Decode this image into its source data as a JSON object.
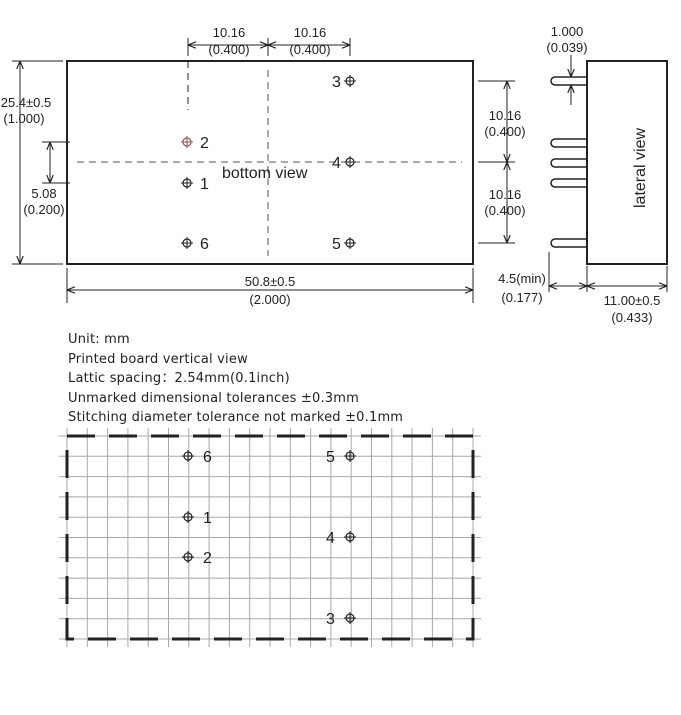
{
  "bottom_view": {
    "label": "bottom view",
    "dims": {
      "top_left": [
        "10.16",
        "(0.400)"
      ],
      "top_right": [
        "10.16",
        "(0.400)"
      ],
      "height": [
        "25.4±0.5",
        "(1.000)"
      ],
      "pin_gap": [
        "5.08",
        "(0.200)"
      ],
      "width": [
        "50.8±0.5",
        "(2.000)"
      ],
      "right_upper": [
        "10.16",
        "(0.400)"
      ],
      "right_lower": [
        "10.16",
        "(0.400)"
      ]
    },
    "pins": [
      "1",
      "2",
      "3",
      "4",
      "5",
      "6"
    ]
  },
  "lateral_view": {
    "label": "lateral view",
    "dims": {
      "top": [
        "1.000",
        "(0.039)"
      ],
      "pin_length": [
        "4.5(min)",
        "(0.177)"
      ],
      "depth": [
        "11.00±0.5",
        "(0.433)"
      ]
    }
  },
  "notes": [
    "Unit: mm",
    "Printed board vertical view",
    "Lattic spacing：2.54mm(0.1inch)",
    "Unmarked dimensional tolerances ±0.3mm",
    "Stitching diameter tolerance not marked ±0.1mm"
  ],
  "pcb_view": {
    "pins": [
      "6",
      "1",
      "2",
      "5",
      "4",
      "3"
    ]
  }
}
